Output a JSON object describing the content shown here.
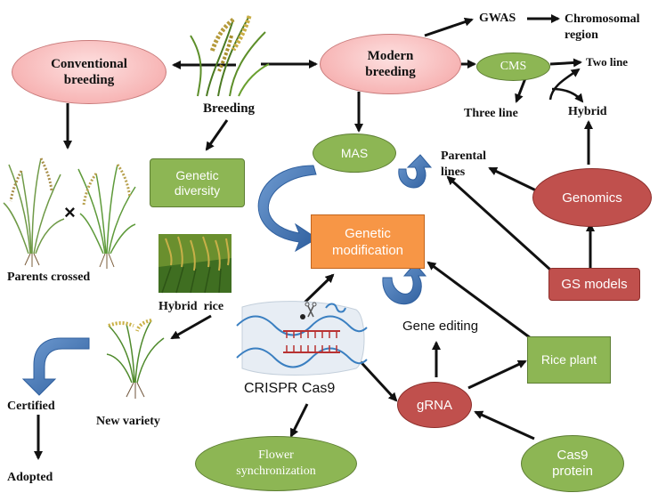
{
  "nodes": {
    "conventional_breeding": "Conventional breeding",
    "modern_breeding": "Modern breeding",
    "breeding": "Breeding",
    "gwas": "GWAS",
    "chromosomal_region": "Chromosomal region",
    "cms": "CMS",
    "two_line": "Two line",
    "three_line": "Three line",
    "hybrid": "Hybrid",
    "mas": "MAS",
    "parental_lines": "Parental lines",
    "genomics": "Genomics",
    "genetic_diversity": "Genetic diversity",
    "genetic_modification": "Genetic modification",
    "gs_models": "GS models",
    "parents_crossed": "Parents crossed",
    "cross_symbol": "×",
    "hybrid_rice": "Hybrid  rice",
    "gene_editing": "Gene editing",
    "rice_plant": "Rice plant",
    "crispr_cas9": "CRISPR Cas9",
    "grna": "gRNA",
    "certified": "Certified",
    "new_variety": "New variety",
    "adopted": "Adopted",
    "flower_synchronization": "Flower synchronization",
    "cas9_protein": "Cas9 protein"
  },
  "colors": {
    "pink_node": "#f7b5b5",
    "green_node": "#8db654",
    "red_node": "#c0504d",
    "orange_node": "#f79646",
    "blue_arrow": "#4f81bd",
    "arrow": "#111111"
  },
  "images": [
    "rice-panicle-illustration",
    "rice-plant-illustration",
    "hybrid-rice-field-photo",
    "new-variety-plant-illustration",
    "crispr-cas9-dna-illustration"
  ]
}
